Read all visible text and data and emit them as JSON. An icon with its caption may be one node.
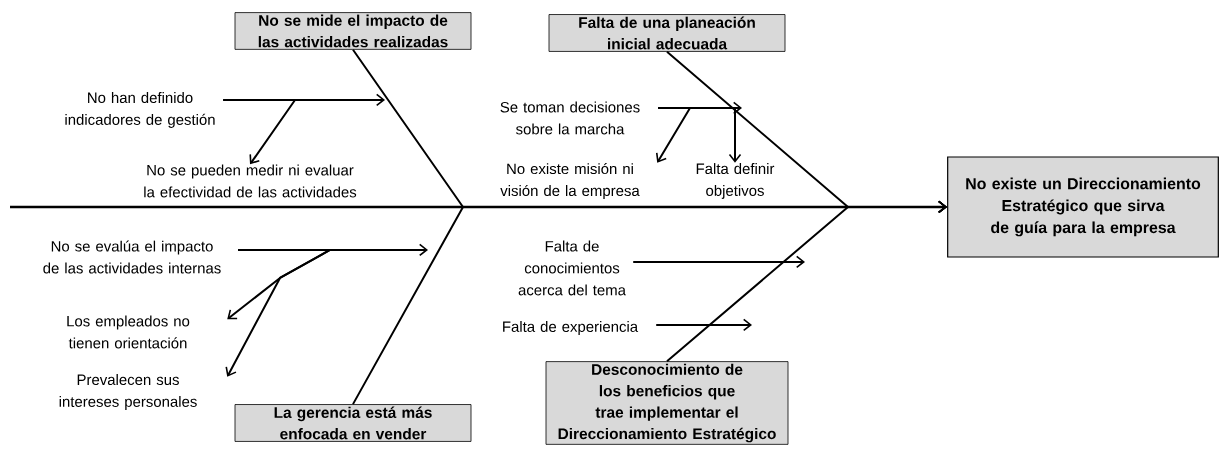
{
  "diagram": {
    "nodes": [
      {
        "text": [
          "No existe un Direccionamiento Estratégico que sirva de guía para la empresa"
        ]
      },
      {
        "text": [
          "No se mide el impacto de las actividades realizadas"
        ]
      },
      {
        "text": [
          "Falta de una planeación inicial adecuada"
        ]
      },
      {
        "text": [
          "La gerencia está más enfocada en vender"
        ]
      },
      {
        "text": [
          "Desconocimiento de los beneficios que trae implementar el Direccionamiento Estratégico"
        ]
      },
      {
        "text": [
          "No han definido indicadores de gestión"
        ]
      },
      {
        "text": [
          "No se pueden medir ni evaluar la efectividad de las actividades"
        ]
      },
      {
        "text": [
          "Se toman decisiones sobre la marcha"
        ]
      },
      {
        "text": [
          "No existe misión ni visión de la empresa"
        ]
      },
      {
        "text": [
          "Falta definir objetivos"
        ]
      },
      {
        "text": [
          "No se evalúa el impacto de las actividades internas"
        ]
      },
      {
        "text": [
          "Los empleados no tienen orientación"
        ]
      },
      {
        "text": [
          "Prevalecen sus intereses personales"
        ]
      },
      {
        "text": [
          "Falta de conocimientos acerca del tema"
        ]
      },
      {
        "text": [
          "Falta de experiencia"
        ]
      }
    ],
    "edges": [
      {
        "from": null,
        "to": 0,
        "arrow": "to"
      },
      {
        "from": 1,
        "to": 0,
        "arrow": "to"
      },
      {
        "from": 2,
        "to": 0,
        "arrow": "to"
      },
      {
        "from": 3,
        "to": 0,
        "arrow": "to"
      },
      {
        "from": 4,
        "to": 0,
        "arrow": "to"
      },
      {
        "from": 5,
        "to": null,
        "arrow": "to"
      },
      {
        "from": 5,
        "to": 6,
        "arrow": "to"
      },
      {
        "from": 7,
        "to": null,
        "arrow": "to"
      },
      {
        "from": 7,
        "to": 8,
        "arrow": "to"
      },
      {
        "from": 7,
        "to": 9,
        "arrow": "to"
      },
      {
        "from": 10,
        "to": null,
        "arrow": "to"
      },
      {
        "from": 10,
        "to": 11,
        "arrow": "to"
      },
      {
        "from": 10,
        "to": 12,
        "arrow": "to"
      },
      {
        "from": 13,
        "to": null,
        "arrow": "to"
      },
      {
        "from": 14,
        "to": null,
        "arrow": "to"
      }
    ]
  }
}
